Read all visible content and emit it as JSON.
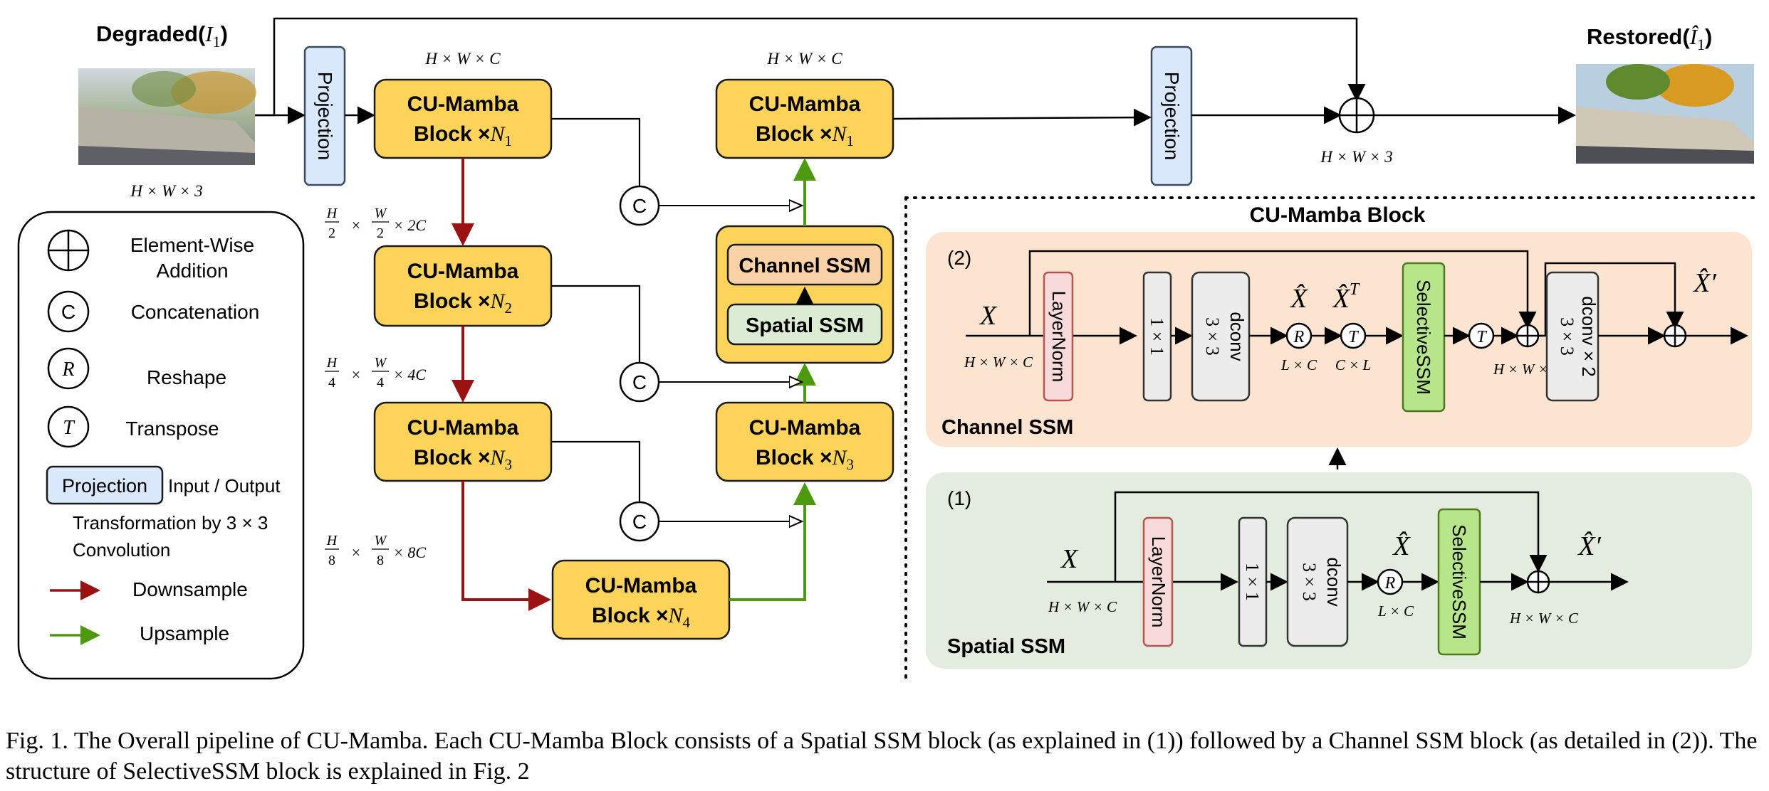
{
  "colors": {
    "block_fill": "#fdd35a",
    "block_stroke": "#1a1a1a",
    "proj_fill": "#dae8fc",
    "proj_stroke": "#3b4a5c",
    "down_arrow": "#9b1212",
    "up_arrow": "#4e9a0e",
    "channel_bg": "#fde4d0",
    "spatial_bg": "#e3ecdf",
    "layernorm_fill": "#f8dada",
    "layernorm_stroke": "#b85450",
    "gray_fill": "#ececec",
    "selective_fill": "#b7e68a",
    "selective_stroke": "#4d7a1f"
  },
  "images": {
    "degraded_label": "Degraded(",
    "degraded_sym": "I",
    "degraded_sub": "1",
    "restored_label": "Restored(",
    "restored_sym": "Î",
    "restored_sub": "1",
    "close_paren": ")"
  },
  "dims": {
    "hw3": "H × W × 3",
    "hwc": "H × W × C",
    "half": "× 2C",
    "quarter": "× 4C",
    "eighth": "× 8C",
    "H": "H",
    "W": "W",
    "d2": "2",
    "d4": "4",
    "d8": "8",
    "times": "×",
    "lxc": "L × C",
    "cxl": "C × L"
  },
  "blocks": {
    "name_line1": "CU-Mamba",
    "name_line2": "Block ×",
    "N": "N",
    "sub1": "1",
    "sub2": "2",
    "sub3": "3",
    "sub4": "4"
  },
  "projection": "Projection",
  "concat_symbol": "C",
  "ssm_container": {
    "channel": "Channel SSM",
    "spatial": "Spatial SSM"
  },
  "legend": {
    "add_label_1": "Element-Wise",
    "add_label_2": "Addition",
    "concat_label": "Concatenation",
    "reshape_symbol": "R",
    "reshape_label": "Reshape",
    "transpose_symbol": "T",
    "transpose_label": "Transpose",
    "proj_box": "Projection",
    "proj_label_1": "Input / Output",
    "proj_label_2": "Transformation by 3 × 3",
    "proj_label_3": "Convolution",
    "down_label": "Downsample",
    "up_label": "Upsample"
  },
  "detail": {
    "title": "CU-Mamba Block",
    "channel_num": "(2)",
    "spatial_num": "(1)",
    "channel_title": "Channel SSM",
    "spatial_title": "Spatial SSM",
    "X": "X",
    "x_hat": "X̂",
    "x_hat_T_sup": "T",
    "x_hat_prime": "X̂′",
    "layernorm": "LayerNorm",
    "conv1": "1 × 1",
    "dconv_a": "3 × 3",
    "dconv_b": "dconv",
    "dconv2_c": "dconv × 2",
    "selective": "SelectiveSSM"
  },
  "caption": "Fig. 1.  The Overall pipeline of CU-Mamba. Each CU-Mamba Block consists of a Spatial SSM block (as explained in (1)) followed by a Channel SSM block (as detailed in (2)). The structure of SelectiveSSM block is explained in Fig. 2"
}
